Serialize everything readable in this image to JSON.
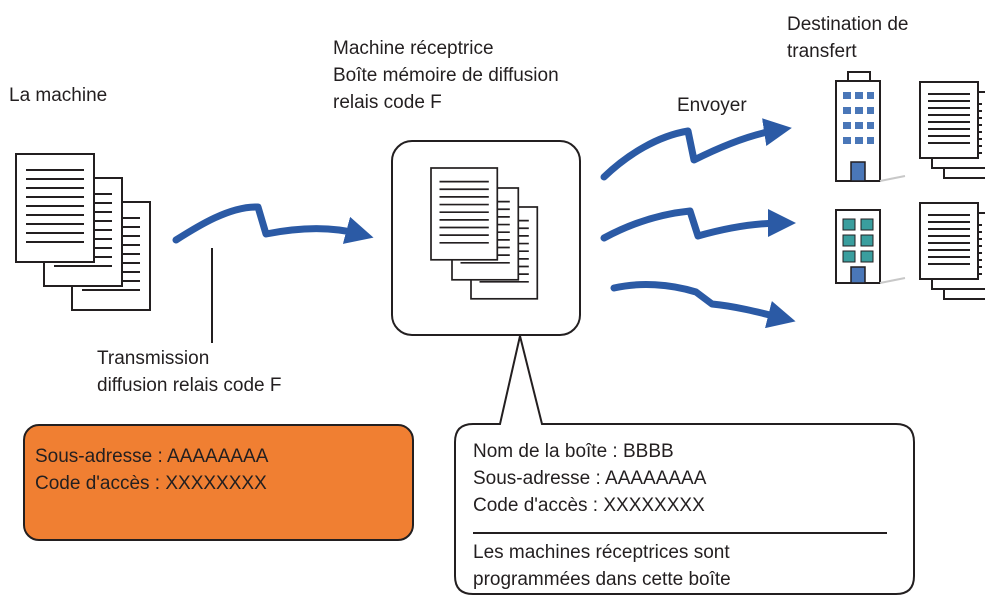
{
  "source_label": "La machine",
  "transmission_label": [
    "Transmission",
    "diffusion relais code F"
  ],
  "receiver_label": [
    "Machine réceptrice",
    "Boîte mémoire de diffusion",
    "relais code F"
  ],
  "send_label": "Envoyer",
  "destination_label": [
    "Destination de",
    "transfert"
  ],
  "sender_settings": {
    "subaddress": "Sous-adresse : AAAAAAAA",
    "access_code": "Code d'accès : XXXXXXXX",
    "fill_color": "#f07f32"
  },
  "box_settings": {
    "box_name": "Nom de la boîte : BBBB",
    "subaddress": "Sous-adresse : AAAAAAAA",
    "access_code": "Code d'accès : XXXXXXXX",
    "note": [
      "Les machines réceptrices sont",
      "programmées dans cette boîte"
    ]
  },
  "colors": {
    "arrow": "#2b5aa5",
    "line": "#231f20",
    "building_window": "#4a77b8",
    "building_window_alt": "#3a9e9e"
  },
  "icons": [
    "document-stack-icon",
    "office-building-icon",
    "transmission-arrow-icon"
  ]
}
